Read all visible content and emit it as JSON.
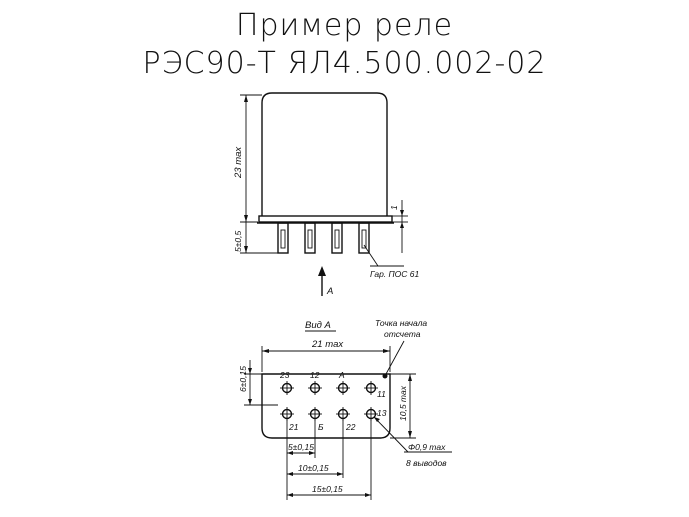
{
  "title_line1": "Пример реле",
  "title_line2": "РЭС90-Т ЯЛ4.500.002-02",
  "side_view": {
    "height_dim": "23 max",
    "pin_dim": "5±0,5",
    "gap_mark": "1",
    "solder_note": "Гар. ПОС 61",
    "view_arrow": "A"
  },
  "bottom_view": {
    "view_label": "Вид А",
    "origin_note_line1": "Точка начала",
    "origin_note_line2": "отсчета",
    "width_dim": "21 max",
    "left_dim": "6±0,15",
    "right_dim": "10,5 max",
    "pin_labels": [
      "23",
      "12",
      "A",
      "11",
      "21",
      "Б",
      "22",
      "13"
    ],
    "pitch_dim_1": "5±0,15",
    "pitch_dim_2": "10±0,15",
    "pitch_dim_3": "15±0,15",
    "pin_dia": "Φ0,9 max",
    "pin_count_note": "8 выводов"
  }
}
